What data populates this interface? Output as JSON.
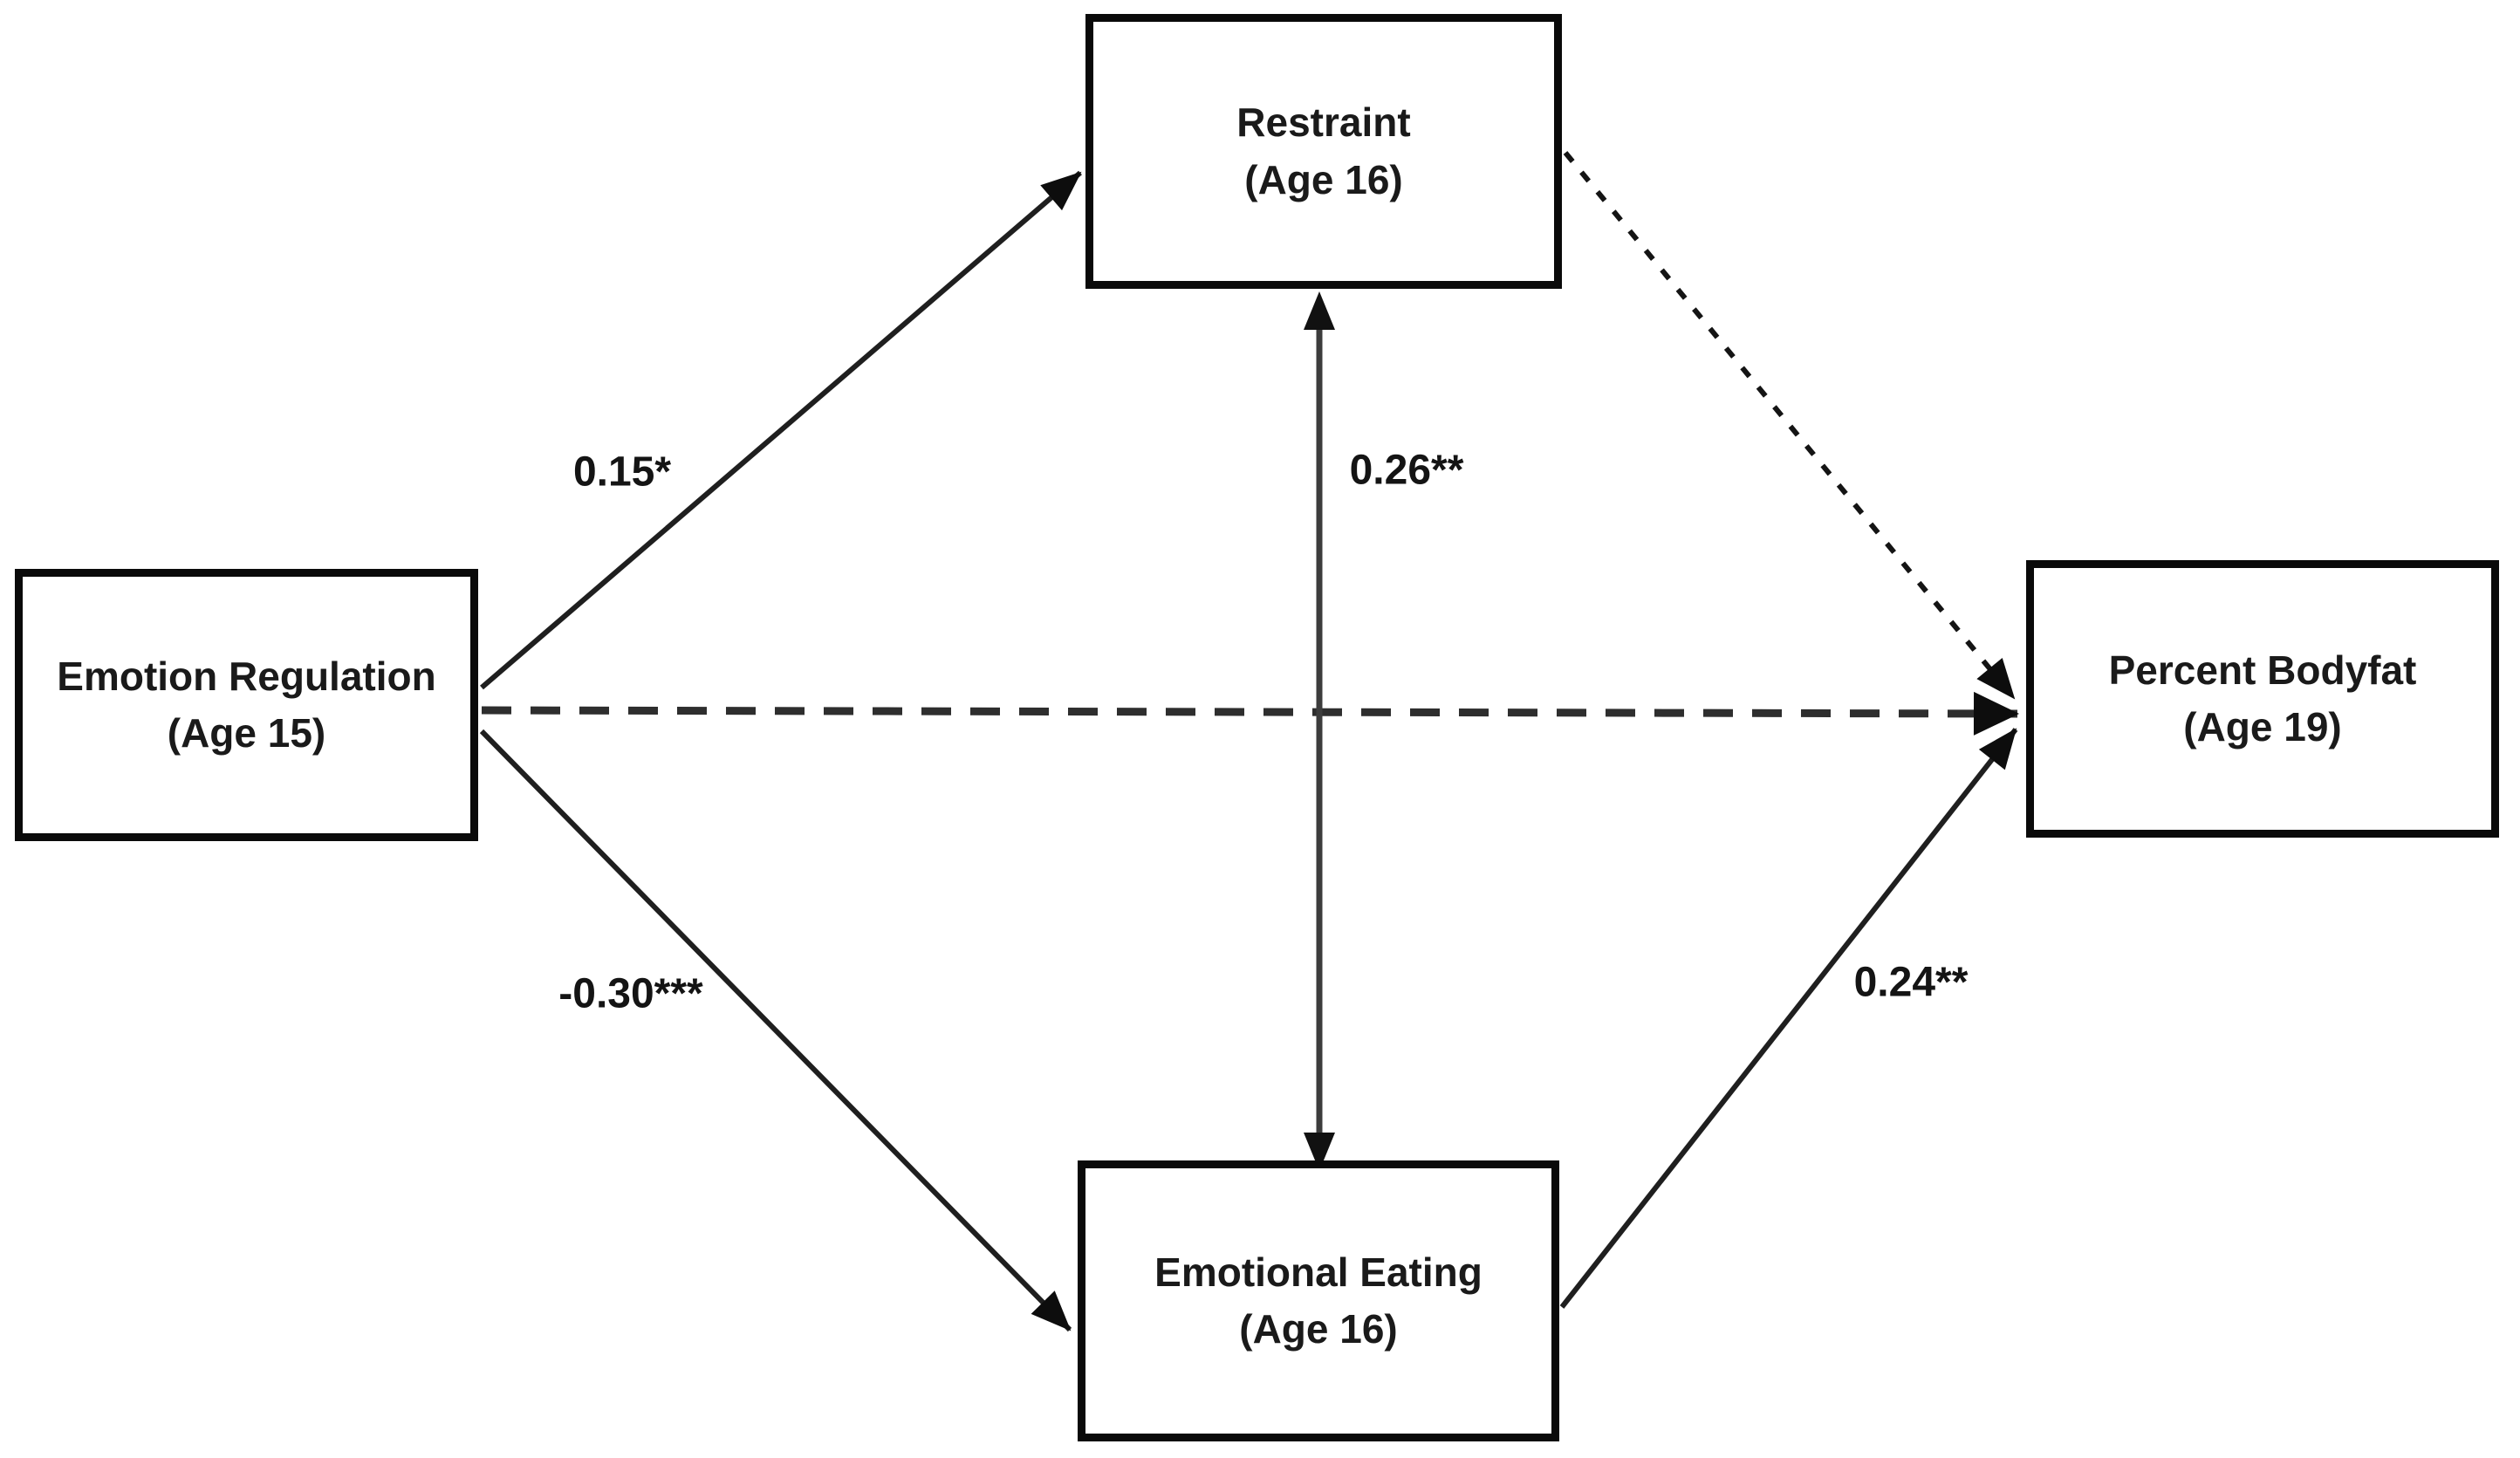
{
  "figure": {
    "kind": "path-diagram",
    "background": "#ffffff"
  },
  "nodes": {
    "restraint": {
      "title": "Restraint",
      "subtitle": "(Age 16)"
    },
    "emotion_regulation": {
      "title": "Emotion Regulation",
      "subtitle": "(Age 15)"
    },
    "percent_bodyfat": {
      "title": "Percent Bodyfat",
      "subtitle": "(Age 19)"
    },
    "emotional_eating": {
      "title": "Emotional Eating",
      "subtitle": "(Age 16)"
    }
  },
  "edges": {
    "er_to_restraint": {
      "label": "0.15*",
      "style": "solid",
      "direction": "emotion_regulation -> restraint"
    },
    "er_to_emotional_eating": {
      "label": "-0.30***",
      "style": "solid",
      "direction": "emotion_regulation -> emotional_eating"
    },
    "er_to_percent_bodyfat": {
      "label": "",
      "style": "dashed",
      "direction": "emotion_regulation -> percent_bodyfat"
    },
    "restraint_to_percent_bodyfat": {
      "label": "",
      "style": "dashed",
      "direction": "restraint -> percent_bodyfat"
    },
    "ee_to_percent_bodyfat": {
      "label": "0.24**",
      "style": "solid",
      "direction": "emotional_eating -> percent_bodyfat"
    },
    "restraint_ee_covariance": {
      "label": "0.26**",
      "style": "double-headed",
      "direction": "restraint <-> emotional_eating"
    }
  },
  "colors": {
    "line": "#1f1f1f",
    "dashed_line": "#2e2e2e",
    "double_arrow_line": "#3c3c3c",
    "box_border": "#0a0a0a",
    "text": "#1a1a1a",
    "background": "#ffffff"
  }
}
